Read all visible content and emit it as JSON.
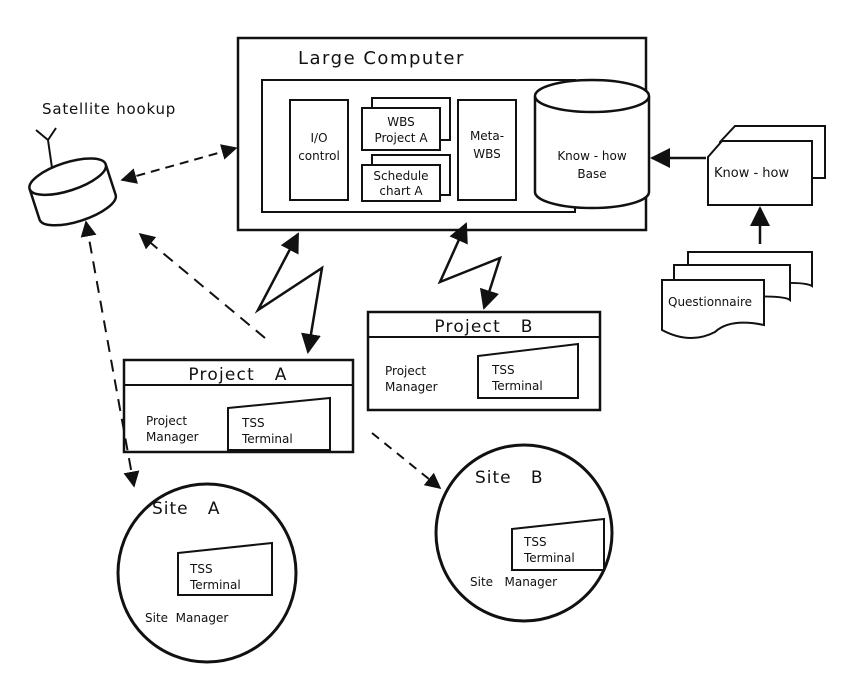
{
  "large_computer": {
    "title": "Large Computer",
    "io_control": [
      "I/O",
      "control"
    ],
    "wbs_project_a": [
      "WBS",
      "Project A"
    ],
    "schedule_chart_a": [
      "Schedule",
      "chart A"
    ],
    "meta_wbs": [
      "Meta-",
      "WBS"
    ],
    "knowhow_base": [
      "Know - how",
      "Base"
    ]
  },
  "satellite": {
    "label": "Satellite hookup"
  },
  "knowhow_doc": {
    "label": "Know - how"
  },
  "questionnaire": {
    "label": "Questionnaire"
  },
  "project_a": {
    "title": "Project   A",
    "manager": [
      "Project",
      "Manager"
    ],
    "terminal": [
      "TSS",
      "Terminal"
    ]
  },
  "project_b": {
    "title": "Project   B",
    "manager": [
      "Project",
      "Manager"
    ],
    "terminal": [
      "TSS",
      "Terminal"
    ]
  },
  "site_a": {
    "title": "Site   A",
    "terminal": [
      "TSS",
      "Terminal"
    ],
    "manager": "Site  Manager"
  },
  "site_b": {
    "title": "Site   B",
    "terminal": [
      "TSS",
      "Terminal"
    ],
    "manager": "Site   Manager"
  }
}
